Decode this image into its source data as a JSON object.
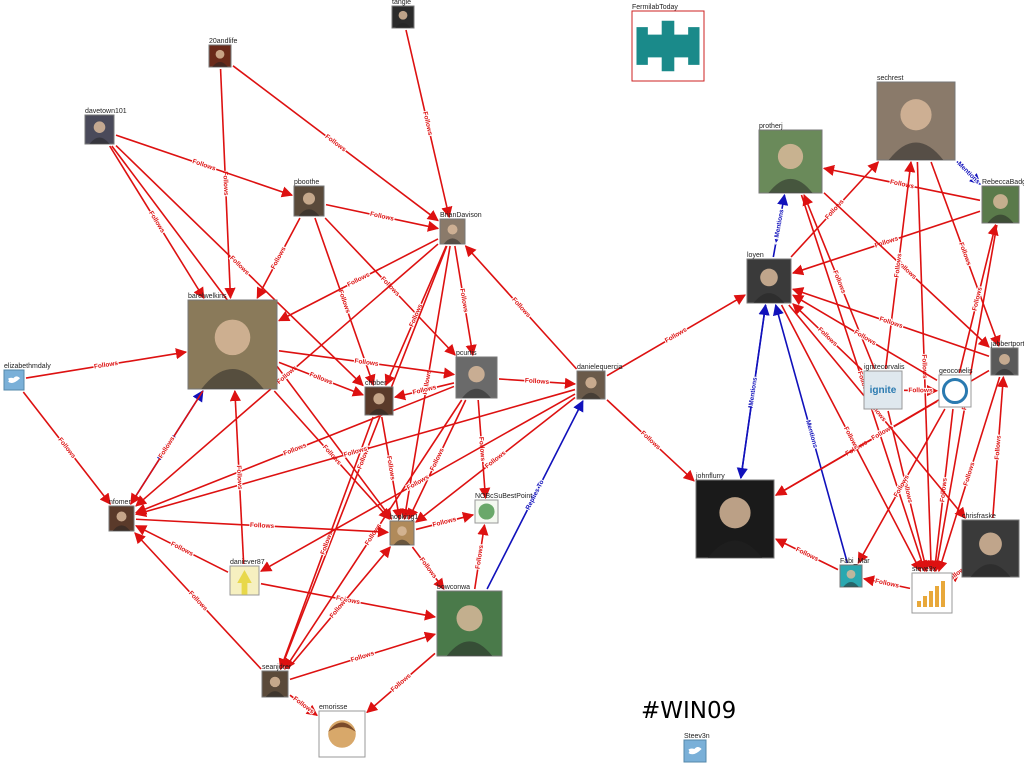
{
  "title": "#WIN09",
  "edge_kinds": {
    "follows": {
      "label": "Follows",
      "color": "#dd1111"
    },
    "mentions": {
      "label": "Mentions",
      "color": "#1111bb"
    },
    "mentions_arrow": {
      "label": "Mentions ▸",
      "color": "#1111bb"
    },
    "mentions_left": {
      "label": "◂ Mentions",
      "color": "#1111bb"
    },
    "replies": {
      "label": "Replies To",
      "color": "#1111bb"
    }
  },
  "nodes": [
    {
      "id": "tangle",
      "label": "tangle",
      "kind": "photo",
      "tone": "#2b2b2b"
    },
    {
      "id": "20andlife",
      "label": "20andlife",
      "kind": "photo",
      "tone": "#6a2a1a"
    },
    {
      "id": "fermilab",
      "label": "FermilabToday",
      "kind": "logo",
      "tone": "#1a8a8a",
      "label_color": "#cc2222"
    },
    {
      "id": "sechrest",
      "label": "sechrest",
      "kind": "photo",
      "tone": "#8a7a6a"
    },
    {
      "id": "davetown101",
      "label": "davetown101",
      "kind": "photo",
      "tone": "#4a4a5a"
    },
    {
      "id": "protherj",
      "label": "protherj",
      "kind": "photo",
      "tone": "#6a8a5a"
    },
    {
      "id": "rebeccabadger",
      "label": "RebeccaBadger",
      "kind": "photo",
      "tone": "#5a7a4a"
    },
    {
      "id": "pboothe",
      "label": "pboothe",
      "kind": "photo",
      "tone": "#5a4a3a"
    },
    {
      "id": "briandavison",
      "label": "BrianDavison",
      "kind": "photo",
      "tone": "#8a7a6a"
    },
    {
      "id": "loyen",
      "label": "loyen",
      "kind": "photo",
      "tone": "#3a3a3a"
    },
    {
      "id": "barelwelkins",
      "label": "barelwelkins",
      "kind": "photo",
      "tone": "#8a7a5a"
    },
    {
      "id": "elizabethmdaly",
      "label": "elizabethmdaly",
      "kind": "twitter",
      "tone": "#7ab0d8"
    },
    {
      "id": "pcurtis",
      "label": "pcurtis",
      "kind": "photo",
      "tone": "#6a6a6a"
    },
    {
      "id": "chbber",
      "label": "chbber",
      "kind": "photo",
      "tone": "#5a3a2a"
    },
    {
      "id": "danielequercia",
      "label": "danielequercia",
      "kind": "photo",
      "tone": "#6a5a4a"
    },
    {
      "id": "jabbertport",
      "label": "jabbertport",
      "kind": "photo",
      "tone": "#5a5a5a"
    },
    {
      "id": "ignitecorvalis",
      "label": "ignitecorvalis",
      "kind": "logo2",
      "tone": "#2a7ab0"
    },
    {
      "id": "geoconelis",
      "label": "geoconelis",
      "kind": "ring",
      "tone": "#2a7ab0"
    },
    {
      "id": "johnflurry",
      "label": "johnflurry",
      "kind": "photo",
      "tone": "#1a1a1a"
    },
    {
      "id": "nfomer",
      "label": "nfomer",
      "kind": "photo",
      "tone": "#5a3a2a"
    },
    {
      "id": "nobcsb",
      "label": "NOBcSuBestPoint",
      "kind": "circle",
      "tone": "#6aa86a"
    },
    {
      "id": "hopking1",
      "label": "hopking1",
      "kind": "photo",
      "tone": "#b08a5a"
    },
    {
      "id": "chrisfraske",
      "label": "chrisfraske",
      "kind": "photo",
      "tone": "#3a3a3a"
    },
    {
      "id": "daniever87",
      "label": "daniever87",
      "kind": "yellow",
      "tone": "#e8d84a"
    },
    {
      "id": "fabi_mar",
      "label": "Fabi_Mar",
      "kind": "photo",
      "tone": "#2aa8b0"
    },
    {
      "id": "steve3x",
      "label": "steve3x",
      "kind": "bars",
      "tone": "#e8a83a"
    },
    {
      "id": "bowconwa",
      "label": "bowconwa",
      "kind": "photo",
      "tone": "#4a7a4a"
    },
    {
      "id": "seanjdrer",
      "label": "seanjdrer",
      "kind": "photo",
      "tone": "#5a4a3a"
    },
    {
      "id": "emorisse",
      "label": "emorisse",
      "kind": "avatar",
      "tone": "#d8a86a"
    },
    {
      "id": "steev3n",
      "label": "Steev3n",
      "kind": "twitter",
      "tone": "#7ab0d8"
    }
  ],
  "edges": [
    [
      "tangle",
      "briandavison",
      "follows"
    ],
    [
      "20andlife",
      "barelwelkins",
      "follows"
    ],
    [
      "20andlife",
      "briandavison",
      "follows"
    ],
    [
      "davetown101",
      "pboothe",
      "follows"
    ],
    [
      "davetown101",
      "barelwelkins",
      "follows"
    ],
    [
      "davetown101",
      "chbber",
      "follows"
    ],
    [
      "davetown101",
      "hopking1",
      "follows"
    ],
    [
      "pboothe",
      "briandavison",
      "follows"
    ],
    [
      "pboothe",
      "barelwelkins",
      "follows"
    ],
    [
      "pboothe",
      "pcurtis",
      "follows"
    ],
    [
      "pboothe",
      "chbber",
      "follows"
    ],
    [
      "briandavison",
      "barelwelkins",
      "follows"
    ],
    [
      "briandavison",
      "pcurtis",
      "follows"
    ],
    [
      "briandavison",
      "chbber",
      "follows"
    ],
    [
      "briandavison",
      "nfomer",
      "follows"
    ],
    [
      "briandavison",
      "hopking1",
      "follows"
    ],
    [
      "briandavison",
      "seanjdrer",
      "follows"
    ],
    [
      "danielequercia",
      "briandavison",
      "follows"
    ],
    [
      "elizabethmdaly",
      "barelwelkins",
      "follows"
    ],
    [
      "elizabethmdaly",
      "nfomer",
      "follows"
    ],
    [
      "nfomer",
      "barelwelkins",
      "mentions"
    ],
    [
      "barelwelkins",
      "nfomer",
      "follows"
    ],
    [
      "barelwelkins",
      "pcurtis",
      "follows"
    ],
    [
      "barelwelkins",
      "chbber",
      "follows"
    ],
    [
      "barelwelkins",
      "hopking1",
      "follows"
    ],
    [
      "pcurtis",
      "chbber",
      "follows"
    ],
    [
      "pcurtis",
      "danielequercia",
      "follows"
    ],
    [
      "pcurtis",
      "nfomer",
      "follows"
    ],
    [
      "pcurtis",
      "nobcsb",
      "follows"
    ],
    [
      "pcurtis",
      "hopking1",
      "follows"
    ],
    [
      "pcurtis",
      "seanjdrer",
      "follows"
    ],
    [
      "chbber",
      "hopking1",
      "follows"
    ],
    [
      "chbber",
      "seanjdrer",
      "follows"
    ],
    [
      "danielequercia",
      "loyen",
      "follows"
    ],
    [
      "danielequercia",
      "johnflurry",
      "follows"
    ],
    [
      "danielequercia",
      "nfomer",
      "follows"
    ],
    [
      "danielequercia",
      "hopking1",
      "follows"
    ],
    [
      "danielequercia",
      "daniever87",
      "follows"
    ],
    [
      "bowconwa",
      "danielequercia",
      "replies"
    ],
    [
      "nfomer",
      "hopking1",
      "follows"
    ],
    [
      "hopking1",
      "nobcsb",
      "follows"
    ],
    [
      "hopking1",
      "bowconwa",
      "follows"
    ],
    [
      "daniever87",
      "barelwelkins",
      "follows"
    ],
    [
      "daniever87",
      "nfomer",
      "follows"
    ],
    [
      "daniever87",
      "bowconwa",
      "follows"
    ],
    [
      "seanjdrer",
      "nfomer",
      "follows"
    ],
    [
      "seanjdrer",
      "bowconwa",
      "follows"
    ],
    [
      "seanjdrer",
      "hopking1",
      "follows"
    ],
    [
      "seanjdrer",
      "emorisse",
      "follows"
    ],
    [
      "bowconwa",
      "nobcsb",
      "follows"
    ],
    [
      "bowconwa",
      "emorisse",
      "follows"
    ],
    [
      "loyen",
      "protherj",
      "mentions_left"
    ],
    [
      "loyen",
      "johnflurry",
      "mentions_arrow"
    ],
    [
      "johnflurry",
      "loyen",
      "mentions"
    ],
    [
      "fabi_mar",
      "loyen",
      "mentions"
    ],
    [
      "sechrest",
      "rebeccabadger",
      "mentions"
    ],
    [
      "rebeccabadger",
      "protherj",
      "follows"
    ],
    [
      "rebeccabadger",
      "loyen",
      "follows"
    ],
    [
      "loyen",
      "sechrest",
      "follows"
    ],
    [
      "protherj",
      "jabbertport",
      "follows"
    ],
    [
      "sechrest",
      "jabbertport",
      "follows"
    ],
    [
      "sechrest",
      "steve3x",
      "follows"
    ],
    [
      "protherj",
      "steve3x",
      "follows"
    ],
    [
      "ignitecorvalis",
      "loyen",
      "follows"
    ],
    [
      "ignitecorvalis",
      "protherj",
      "follows"
    ],
    [
      "ignitecorvalis",
      "sechrest",
      "follows"
    ],
    [
      "ignitecorvalis",
      "geoconelis",
      "follows"
    ],
    [
      "ignitecorvalis",
      "steve3x",
      "follows"
    ],
    [
      "geoconelis",
      "johnflurry",
      "follows"
    ],
    [
      "geoconelis",
      "loyen",
      "follows"
    ],
    [
      "geoconelis",
      "rebeccabadger",
      "follows"
    ],
    [
      "geoconelis",
      "steve3x",
      "follows"
    ],
    [
      "jabbertport",
      "loyen",
      "follows"
    ],
    [
      "jabbertport",
      "johnflurry",
      "follows"
    ],
    [
      "jabbertport",
      "steve3x",
      "follows"
    ],
    [
      "rebeccabadger",
      "steve3x",
      "follows"
    ],
    [
      "steve3x",
      "chrisfraske",
      "follows"
    ],
    [
      "chrisfraske",
      "jabbertport",
      "follows"
    ],
    [
      "steve3x",
      "fabi_mar",
      "follows"
    ],
    [
      "fabi_mar",
      "johnflurry",
      "follows"
    ],
    [
      "loyen",
      "steve3x",
      "follows"
    ],
    [
      "loyen",
      "chrisfraske",
      "follows"
    ],
    [
      "geoconelis",
      "fabi_mar",
      "follows"
    ]
  ]
}
